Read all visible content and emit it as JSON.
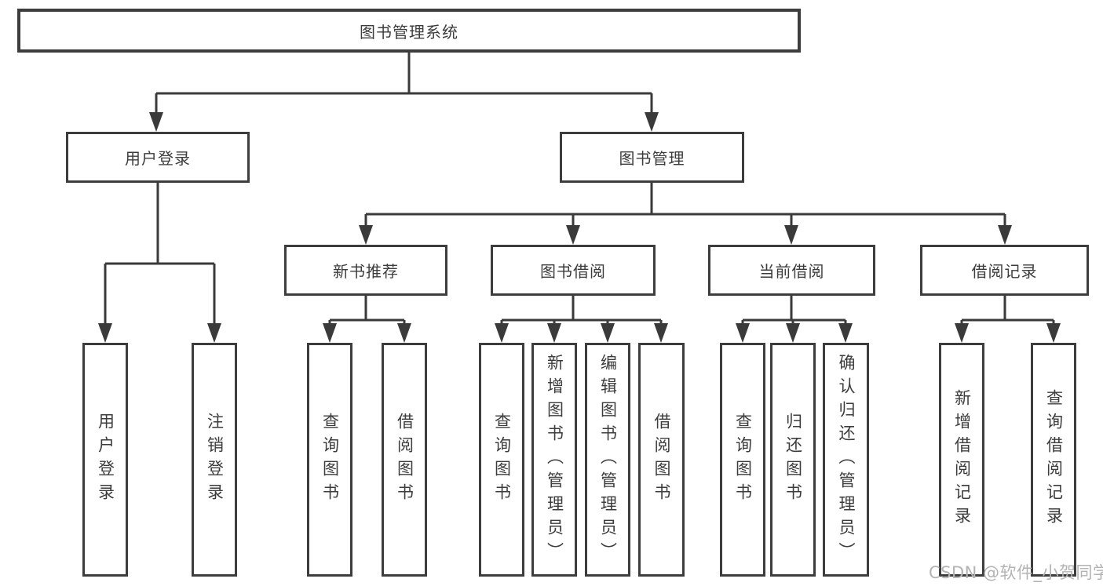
{
  "diagram": {
    "root": {
      "label": "图书管理系统"
    },
    "level2": [
      {
        "label": "用户登录"
      },
      {
        "label": "图书管理"
      }
    ],
    "level3": [
      {
        "label": "新书推荐"
      },
      {
        "label": "图书借阅"
      },
      {
        "label": "当前借阅"
      },
      {
        "label": "借阅记录"
      }
    ],
    "leaves": {
      "user_login": [
        {
          "label": "用户登录"
        },
        {
          "label": "注销登录"
        }
      ],
      "new_book": [
        {
          "label": "查询图书"
        },
        {
          "label": "借阅图书"
        }
      ],
      "book_borrow": [
        {
          "label": "查询图书"
        },
        {
          "label": "新增图书（管理员）"
        },
        {
          "label": "编辑图书（管理员）"
        },
        {
          "label": "借阅图书"
        }
      ],
      "current_borrow": [
        {
          "label": "查询图书"
        },
        {
          "label": "归还图书"
        },
        {
          "label": "确认归还（管理员）"
        }
      ],
      "borrow_records": [
        {
          "label": "新增借阅记录"
        },
        {
          "label": "查询借阅记录"
        }
      ]
    }
  },
  "watermark": {
    "text": "CSDN @软件_小贺同学"
  },
  "colors": {
    "line": "#3a3a3a",
    "box_border": "#3d3d3d",
    "text": "#3c3c3c",
    "watermark": "#b3b3b3",
    "background": "#ffffff"
  }
}
